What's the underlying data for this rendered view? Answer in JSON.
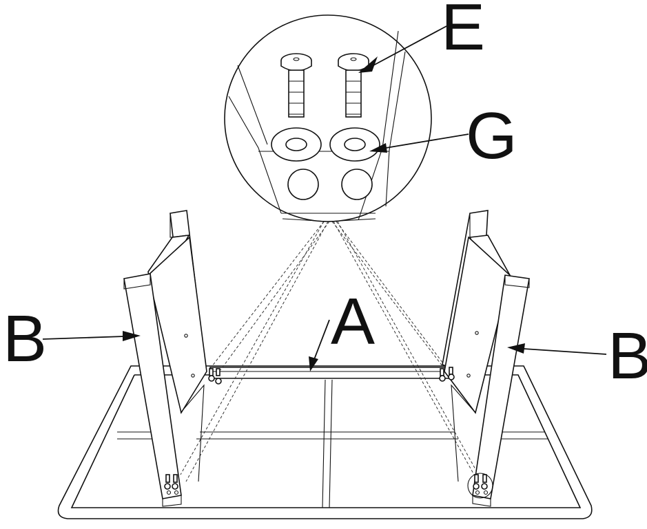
{
  "labels": {
    "part_a": "A",
    "part_b_left": "B",
    "part_b_right": "B",
    "part_e": "E",
    "part_g": "G"
  },
  "colors": {
    "line": "#111111",
    "background": "#ffffff"
  }
}
